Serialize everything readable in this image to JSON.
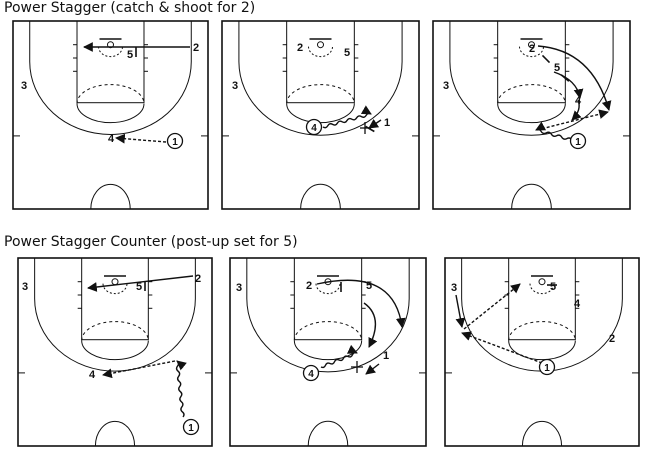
{
  "sections": [
    {
      "title": "Power Stagger (catch & shoot for 2)",
      "panels": [
        {
          "players": [
            {
              "id": "2",
              "label": "2",
              "circled": false
            },
            {
              "id": "5",
              "label": "5",
              "circled": false
            },
            {
              "id": "3",
              "label": "3",
              "circled": false
            },
            {
              "id": "4",
              "label": "4",
              "circled": false
            },
            {
              "id": "1",
              "label": "1",
              "circled": true
            }
          ]
        },
        {
          "players": [
            {
              "id": "2",
              "label": "2",
              "circled": false
            },
            {
              "id": "5",
              "label": "5",
              "circled": false
            },
            {
              "id": "3",
              "label": "3",
              "circled": false
            },
            {
              "id": "4",
              "label": "4",
              "circled": true
            },
            {
              "id": "1",
              "label": "1",
              "circled": false
            }
          ]
        },
        {
          "players": [
            {
              "id": "2",
              "label": "2",
              "circled": false
            },
            {
              "id": "5",
              "label": "5",
              "circled": false
            },
            {
              "id": "3",
              "label": "3",
              "circled": false
            },
            {
              "id": "4",
              "label": "4",
              "circled": false
            },
            {
              "id": "1",
              "label": "1",
              "circled": true
            }
          ]
        }
      ]
    },
    {
      "title": "Power Stagger Counter (post-up set for 5)",
      "panels": [
        {
          "players": [
            {
              "id": "2",
              "label": "2",
              "circled": false
            },
            {
              "id": "5",
              "label": "5",
              "circled": false
            },
            {
              "id": "3",
              "label": "3",
              "circled": false
            },
            {
              "id": "4",
              "label": "4",
              "circled": false
            },
            {
              "id": "1",
              "label": "1",
              "circled": true
            }
          ]
        },
        {
          "players": [
            {
              "id": "2",
              "label": "2",
              "circled": false
            },
            {
              "id": "5",
              "label": "5",
              "circled": false
            },
            {
              "id": "3",
              "label": "3",
              "circled": false
            },
            {
              "id": "4",
              "label": "4",
              "circled": true
            },
            {
              "id": "1",
              "label": "1",
              "circled": false
            }
          ]
        },
        {
          "players": [
            {
              "id": "3",
              "label": "3",
              "circled": false
            },
            {
              "id": "5",
              "label": "5",
              "circled": false
            },
            {
              "id": "4",
              "label": "4",
              "circled": false
            },
            {
              "id": "2",
              "label": "2",
              "circled": false
            },
            {
              "id": "1",
              "label": "1",
              "circled": true
            }
          ]
        }
      ]
    }
  ]
}
